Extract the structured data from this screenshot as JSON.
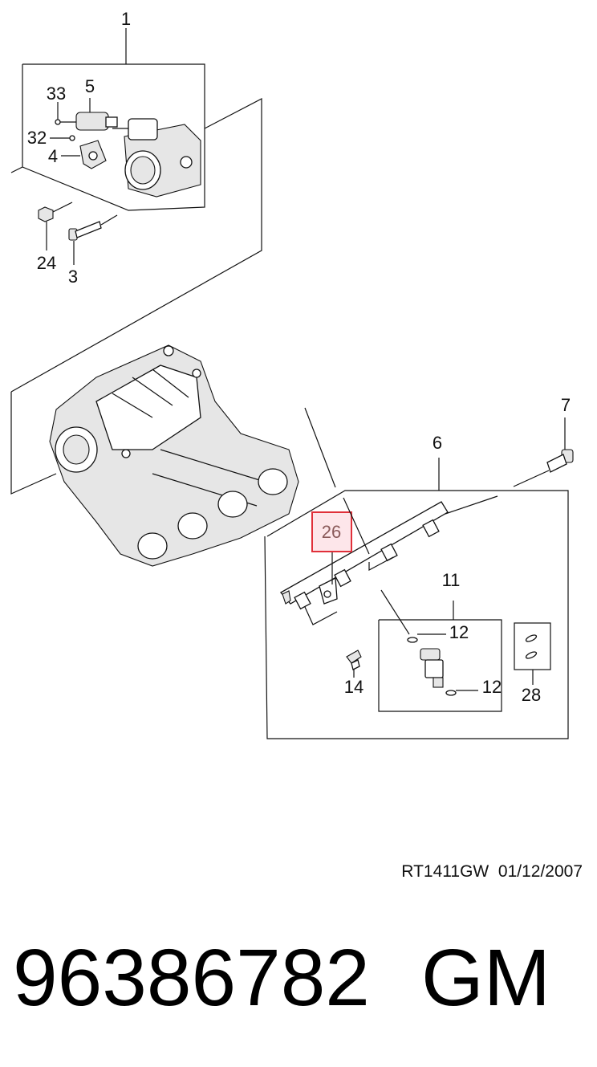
{
  "callouts": {
    "c1": "1",
    "c5": "5",
    "c33": "33",
    "c32": "32",
    "c4": "4",
    "c24": "24",
    "c3": "3",
    "c7": "7",
    "c6": "6",
    "c26": "26",
    "c11": "11",
    "c12a": "12",
    "c12b": "12",
    "c14": "14",
    "c28": "28"
  },
  "highlight_color": "#e0303a",
  "highlight_fill": "#fde6ea",
  "reference": "RT1411GW  01/12/2007",
  "part_number": "96386782",
  "brand": "GM"
}
